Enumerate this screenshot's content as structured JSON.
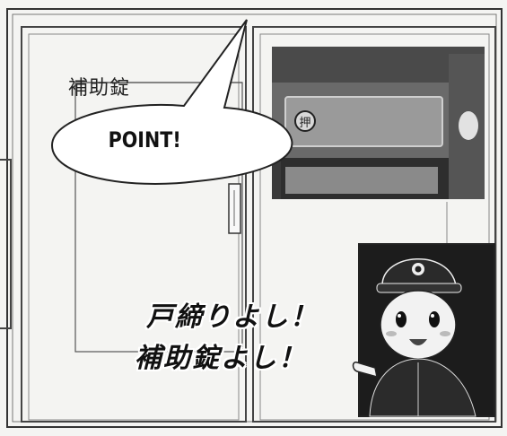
{
  "labels": {
    "auxiliary_lock": "補助錠",
    "point": "POINT!",
    "call_1": "戸締りよし！",
    "call_2": "補助錠よし！"
  },
  "photo": {
    "stamp_char": "押"
  },
  "icons": {
    "character": "police-officer-character-icon",
    "door_lock": "door-auxiliary-lock-icon"
  },
  "colors": {
    "paper": "#f4f4f2",
    "ink": "#1a1a1a",
    "photo_dark": "#3a3a3a",
    "character_bg": "#1c1c1c"
  }
}
